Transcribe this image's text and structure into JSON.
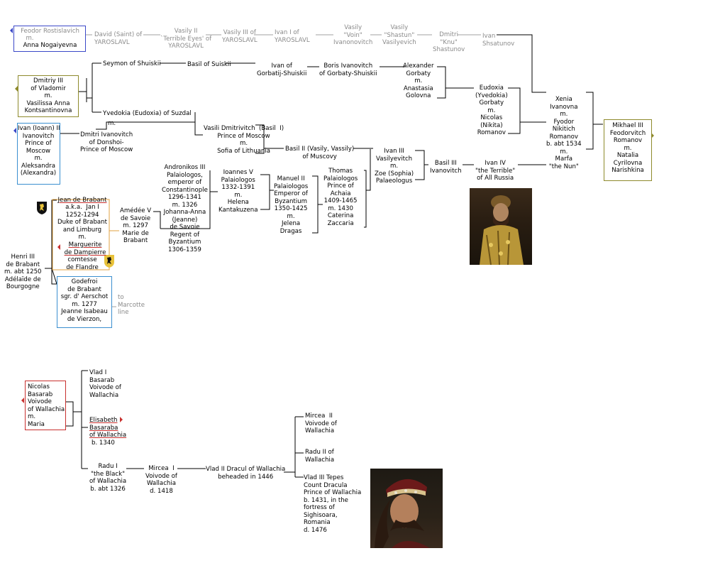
{
  "nodes": {
    "feodor": "Feodor Rostislavich",
    "feodor_m": "m.",
    "anna": "Anna Nogaiyevna",
    "david": "David (Saint) of\nYAROSLAVL",
    "vasily2": "Vasily II\n`Terrible Eyes' of\nYAROSLAVL",
    "vasily3": "Vasily III of\nYAROSLAVL",
    "ivan1": "Ivan I of\nYAROSLAVL",
    "vasily_voin": "Vasily\n\"Voin\"\nIvanonovitch",
    "vasily_shastun": "Vasily\n\"Shastun\"\nVasilyevich",
    "dmitri_knu": "Dmitri\n\"Knu\"\nShastunov",
    "ivan_shsatunov": "Ivan\nShsatunov",
    "dmitriy3": "Dmitriy III\nof Vladomir\nm.\nVasilissa Anna\nKontsantinovna",
    "seymon": "Seymon of Shuiskii",
    "yvedokia": "Yvedokia (Eudoxia) of Suzdal",
    "yvedokia_m": "m.",
    "basil_suiskii": "Basil of Suiskii",
    "ivan_gorbatij": "Ivan of\nGorbatij-Shuiskii",
    "boris": "Boris Ivanovitch\nof Gorbaty-Shuiskii",
    "alexander": "Alexander\nGorbaty\nm.\nAnastasia\nGolovna",
    "eudoxia_gorbaty": "Eudoxia\n(Yvedokia)\nGorbaty\nm.\nNicolas\n(Nikita)\nRomanov",
    "xenia": "Xenia\nIvanovna\nm.\nFyodor\nNikitich\nRomanov\nb. abt 1534\nm.\nMarfa\n\"the Nun\"",
    "mikhael": "Mikhael III\nFeodorvitch\nRomanov\nm.\nNatalia\nCyrilovna\nNarishkina",
    "ivan_ioann": "Ivan (Ioann) II\nIvanovitch\nPrince of\nMoscow\nm.\nAleksandra\n(Alexandra)",
    "dmitri_ivanovitch": "Dmitri Ivanovitch\nof Donshoi-\nPrince of Moscow",
    "vasili_dmitrivitch": "Vasili Dmitrivitch  (Basil  I)\nPrince of Moscow\nm.\nSofia of Lithuania",
    "basil2": "Basil II (Vasily, Vassily)\nof Muscovy",
    "ivan3": "Ivan III\nVasilyevitch\nm.\nZoe (Sophia)\nPalaeologus",
    "basil3": "Basil III\nIvanovitch",
    "ivan4": "Ivan IV\n\"the Terrible\"\nof All Russia",
    "andronikos": "Andronikos III\nPalaiologos,\nemperor of\nConstantinople\n1296-1341\nm. 1326\nJohanna-Anna\n(Jeanne)\nde Savoie\nRegent of\nByzantium\n1306-1359",
    "ioannes": "Ioannes V\nPalaiologos\n1332-1391\nm.\nHelena\nKantakuzena",
    "manuel": "Manuel II\nPalaiologos\nEmperor of\nByzantium\n1350-1425\nm.\nJelena\nDragas",
    "thomas": "Thomas\nPalaiologos\nPrince of\nAchaia\n1409-1465\nm. 1430\nCaterina\nZaccaria",
    "amedee": "Amédée V\nde Savoie\nm. 1297\nMarie de\nBrabant",
    "jean_brabant": "Jean de Brabant",
    "jean_rest": "a.k.a.  Jan I\n1252-1294\nDuke of Brabant\nand Limburg\nm.",
    "marguerite": "Marguerite\nde Dampierre",
    "marguerite_rest": "comtesse\nde Flandre",
    "henri": "Henri III\nde Brabant\nm. abt 1250\nAdélaïde de\nBourgogne",
    "godefroi": "Godefroi\nde Brabant\nsgr. d' Aerschot\nm. 1277\nJeanne Isabeau\nde Vierzon,",
    "to_marcotte": "to\nMarcotte\nline",
    "nicolas": "Nicolas\nBasarab\nVoivode\nof Wallachia\nm.\nMaria",
    "vlad1": "Vlad I\nBasarab\nVoivode of\nWallachia",
    "elisabeth": "Elisabeth\nBasaraba\nof Wallachia",
    "elisabeth_b": "b. 1340",
    "radu1": "Radu I\n\"the Black\"\nof Wallachia\nb. abt 1326",
    "mircea1": "Mircea  I\nVoivode of\nWallachia\nd. 1418",
    "vlad2": "Vlad II Dracul of Wallachia\nbeheaded in 1446",
    "mircea2": "Mircea  II\nVoivode of\nWallachia",
    "radu2": "Radu II of\nWallachia",
    "vlad3": "Vlad III Tepes\nCount Dracula\nPrince of Wallachia\nb. 1431, in the\nfortress of\nSighisoara,\nRomania\nd. 1476"
  },
  "colors": {
    "line": "#000000",
    "grey_text": "#8a8a8a",
    "grey_line": "#a0a0a0",
    "blue_box": "#3b48c8",
    "olive_box": "#8e8a2c",
    "sky_box": "#3a8fd0",
    "red_box": "#c8302e",
    "orange_box": "#e0a040"
  },
  "icons": [
    "brabant-lion-shield-icon",
    "flanders-lion-shield-icon",
    "ivan-the-terrible-portrait",
    "vlad-tepes-portrait"
  ]
}
